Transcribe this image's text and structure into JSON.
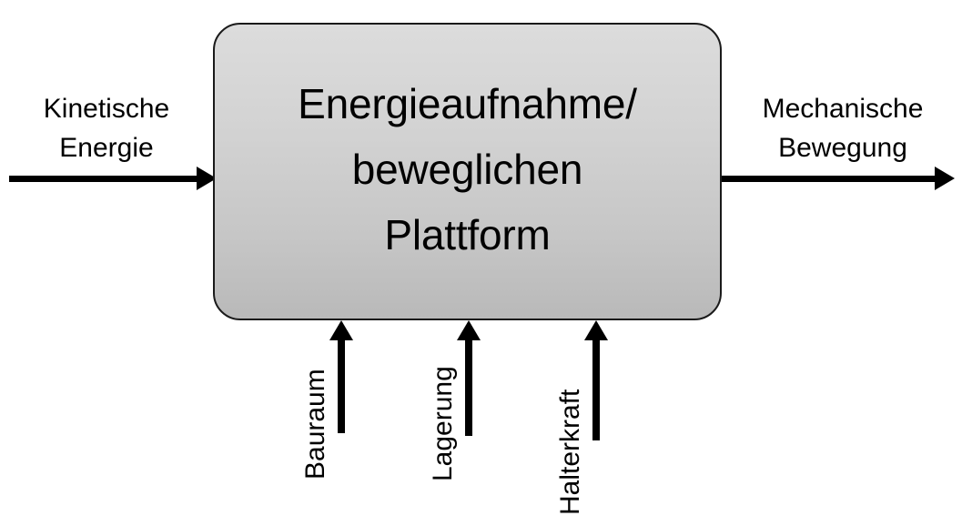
{
  "diagram": {
    "type": "block-diagram",
    "language": "de",
    "process": {
      "label": "Energieaufnahme/\nbeweglichen\nPlattform",
      "fill_top_color": "#dcdcdc",
      "fill_bottom_color": "#b9b9b9",
      "border_color": "#1a1a1a"
    },
    "input": {
      "label": "Kinetische\nEnergie",
      "direction": "left-to-right"
    },
    "output": {
      "label": "Mechanische\nBewegung",
      "direction": "left-to-right"
    },
    "constraints": [
      {
        "label": "Bauraum",
        "direction": "bottom-to-top"
      },
      {
        "label": "Lagerung",
        "direction": "bottom-to-top"
      },
      {
        "label": "Halterkraft",
        "direction": "bottom-to-top"
      }
    ]
  }
}
